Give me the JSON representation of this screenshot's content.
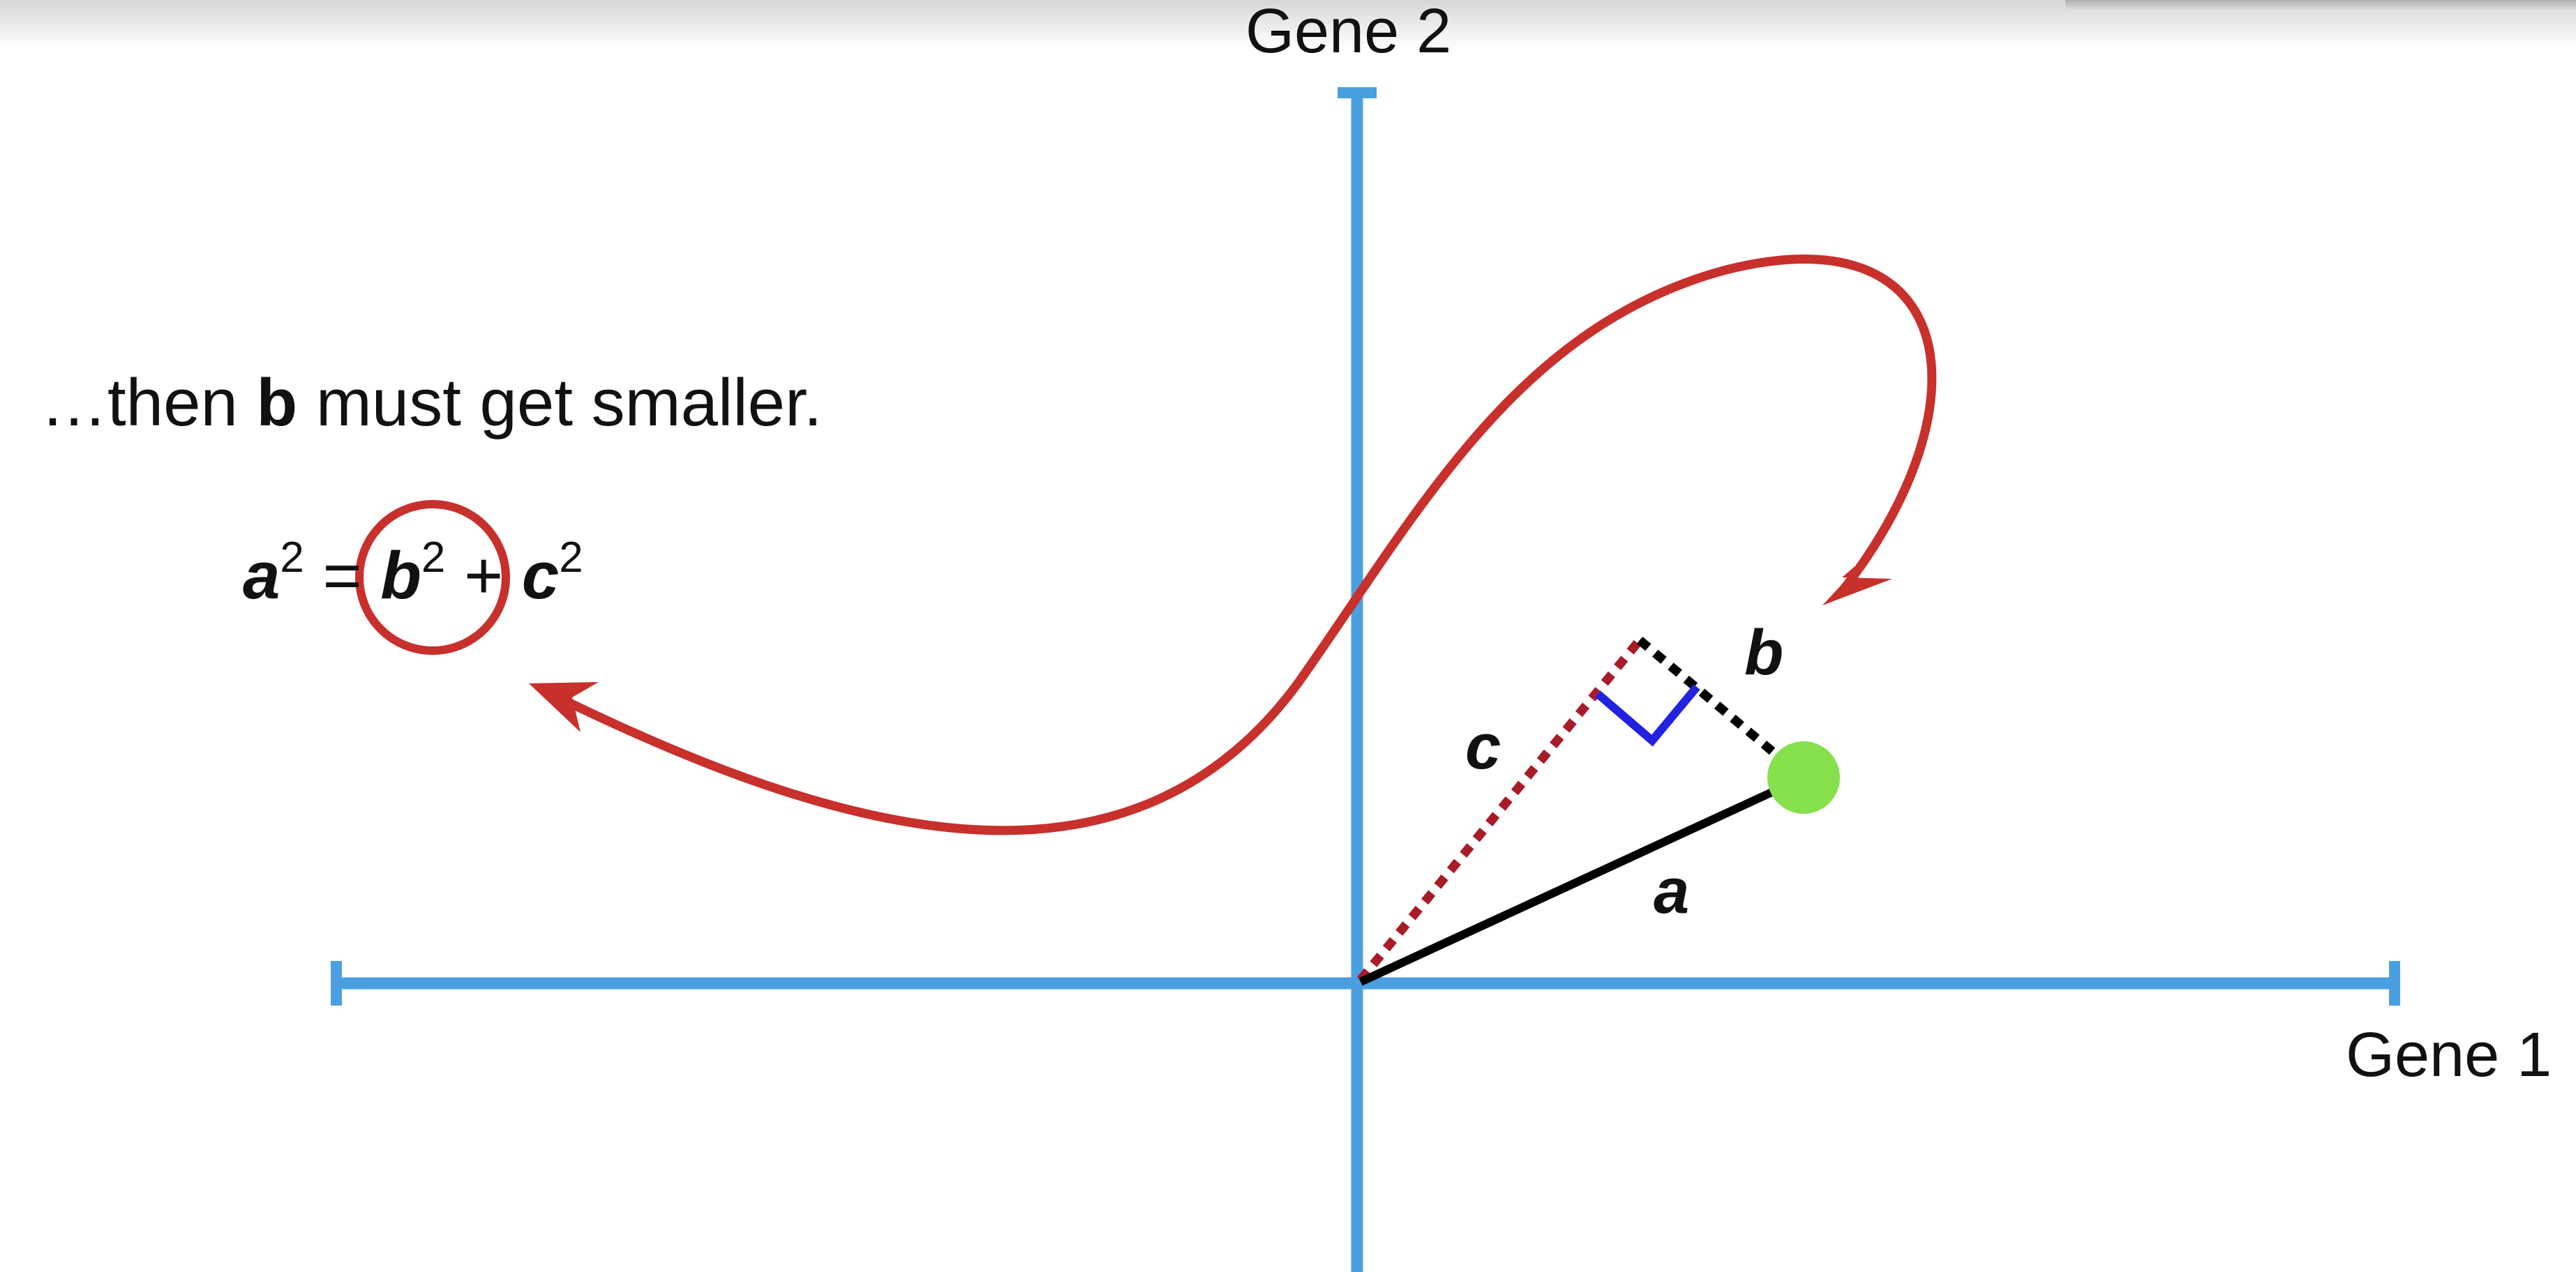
{
  "axes": {
    "y_label": "Gene 2",
    "x_label": "Gene 1"
  },
  "caption": {
    "prefix": "…then ",
    "variable": "b",
    "suffix": " must get smaller."
  },
  "equation": {
    "a": "a",
    "a_exp": "2",
    "eq": " = ",
    "b": "b",
    "b_exp": "2",
    "plus": " + ",
    "c": "c",
    "c_exp": "2"
  },
  "segment_labels": {
    "a": "a",
    "b": "b",
    "c": "c"
  },
  "colors": {
    "axis": "#4a9fe0",
    "arrow": "#c8302c",
    "point": "#86e04c",
    "right_angle": "#2222e0",
    "line_a": "#000000",
    "dotted_c": "#a81c28",
    "dotted_b": "#000000"
  }
}
